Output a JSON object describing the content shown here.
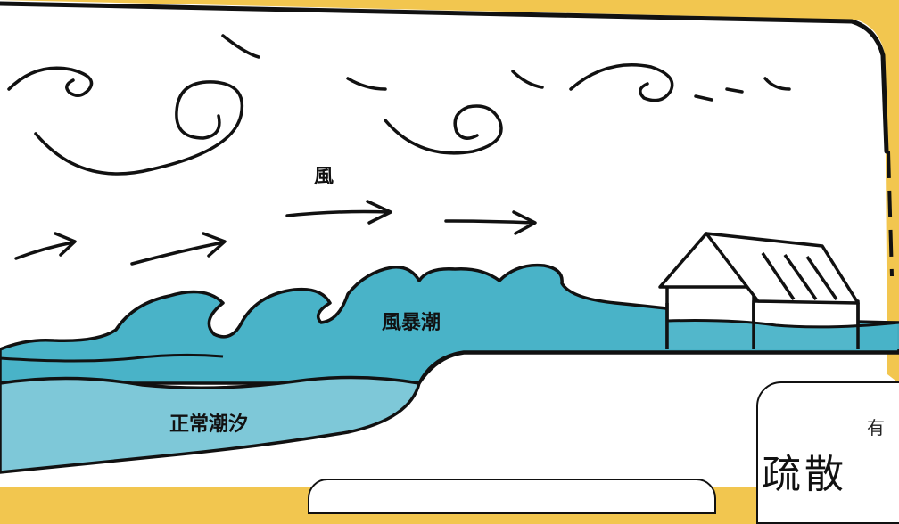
{
  "labels": {
    "wind": "風",
    "storm_surge": "風暴潮",
    "normal_tide": "正常潮汐"
  },
  "info_box": {
    "line1": "有",
    "line2": "疏散"
  },
  "colors": {
    "background_frame": "#f2c64f",
    "sky": "#ffffff",
    "surge_water": "#49b3c8",
    "tide_water": "#7ec8d8",
    "ink": "#111111"
  },
  "icons": [
    "wind-swirl-icon",
    "wind-arrow-icon",
    "house-icon"
  ]
}
